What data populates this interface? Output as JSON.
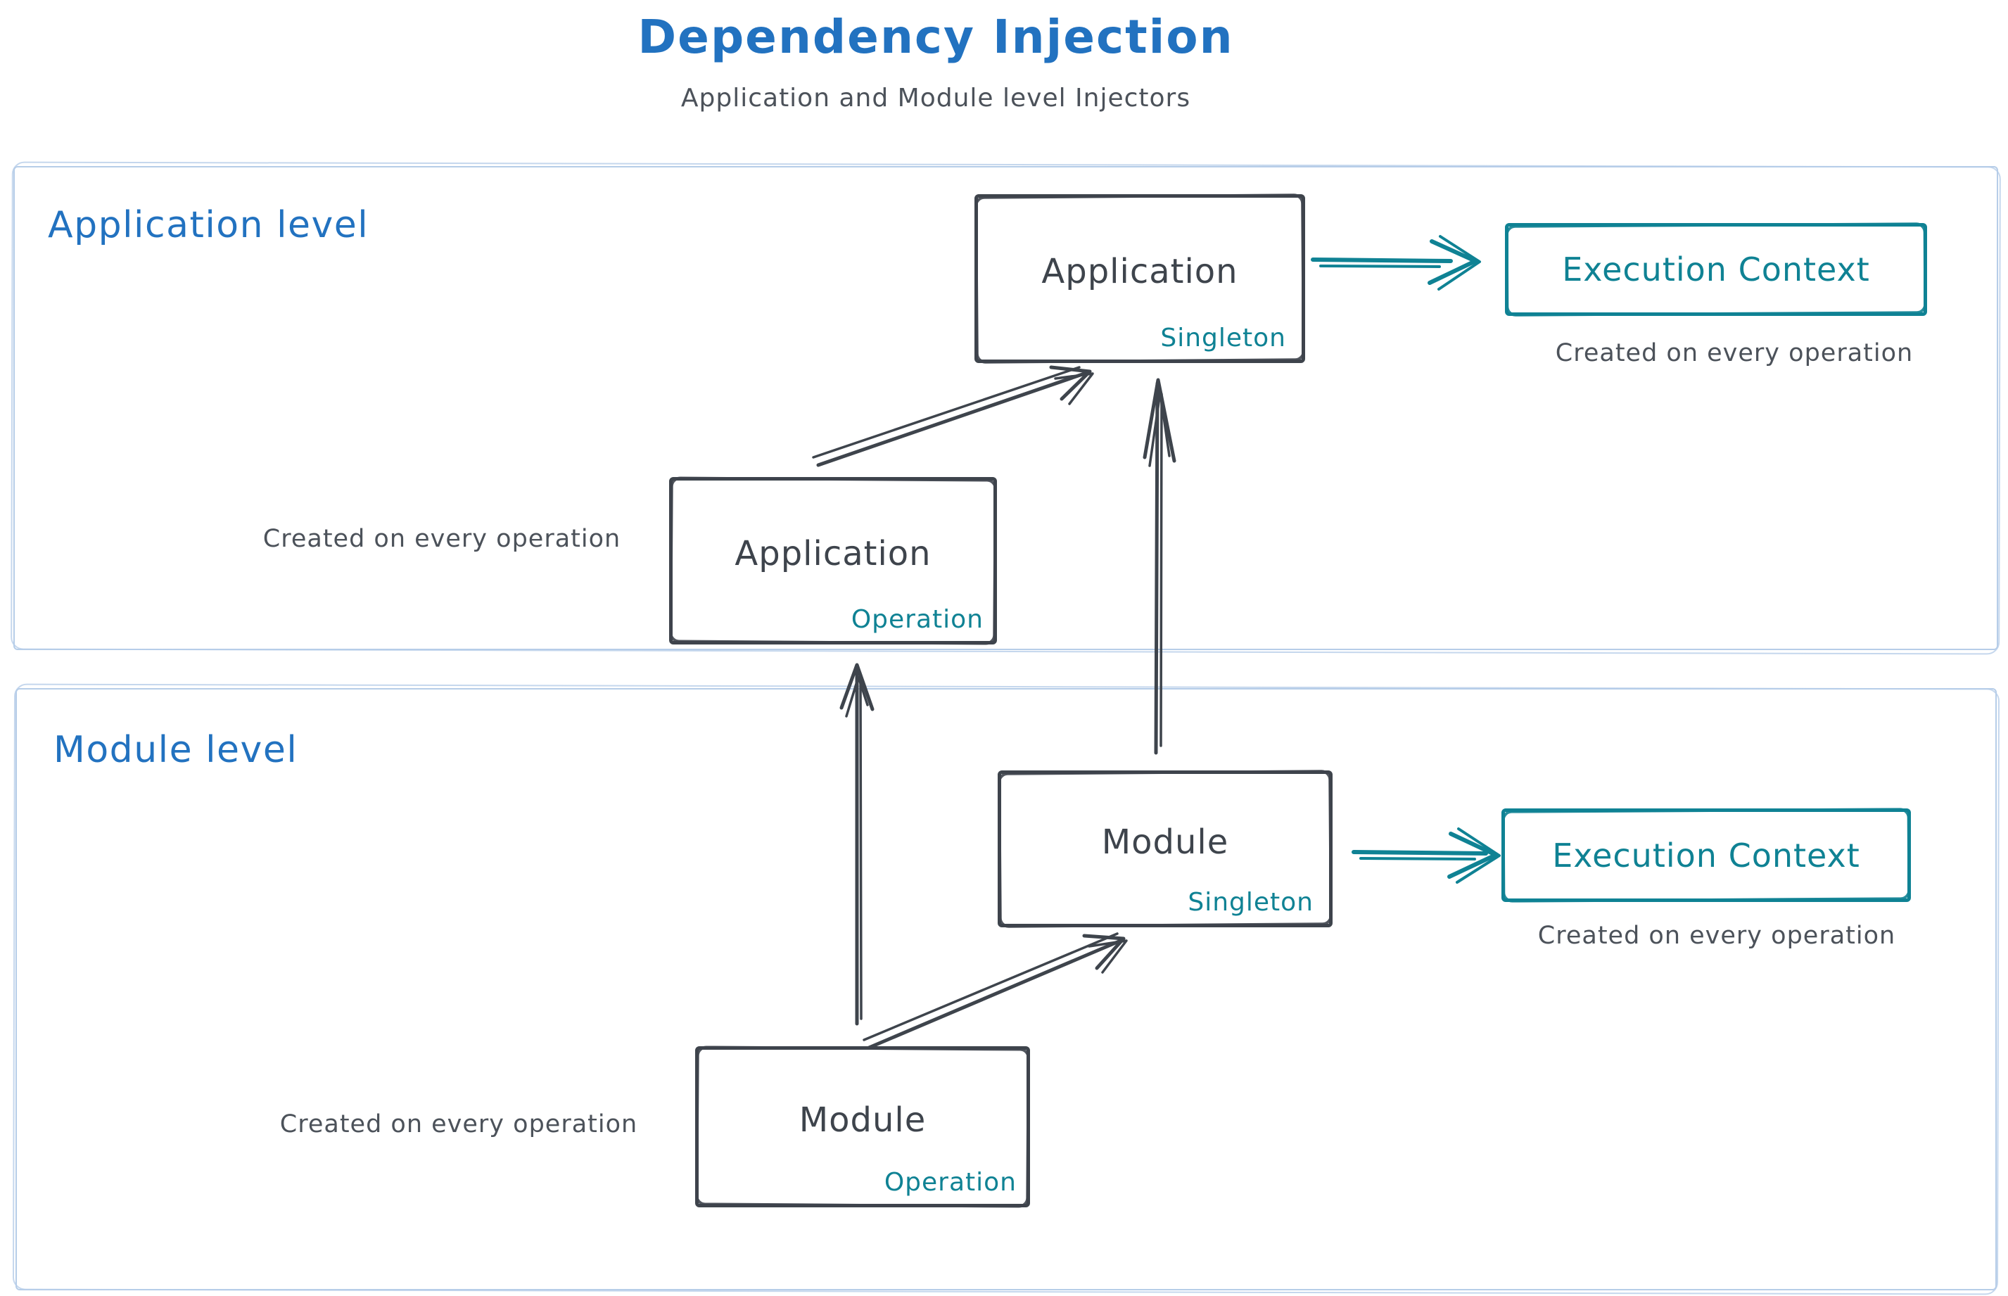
{
  "header": {
    "title": "Dependency Injection",
    "subtitle": "Application and Module level Injectors"
  },
  "colors": {
    "blue": "#2272c0",
    "teal": "#0f8294",
    "dark": "#3e444c",
    "gray": "#4c525a",
    "light_blue": "#b6cde8"
  },
  "application_level": {
    "label": "Application level",
    "singleton_box": {
      "title": "Application",
      "tag": "Singleton"
    },
    "operation_box": {
      "title": "Application",
      "tag": "Operation"
    },
    "execution_box": {
      "title": "Execution Context"
    },
    "execution_caption": "Created on every operation",
    "operation_caption": "Created on every operation"
  },
  "module_level": {
    "label": "Module level",
    "singleton_box": {
      "title": "Module",
      "tag": "Singleton"
    },
    "operation_box": {
      "title": "Module",
      "tag": "Operation"
    },
    "execution_box": {
      "title": "Execution Context"
    },
    "execution_caption": "Created on every operation",
    "operation_caption": "Created on every operation"
  }
}
